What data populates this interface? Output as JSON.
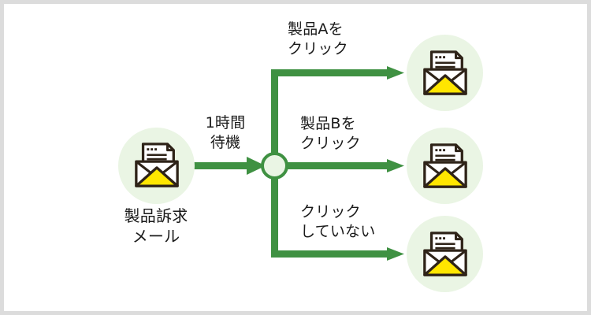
{
  "diagram": {
    "title": "email-click-branch-flow",
    "colors": {
      "green": "#3f9142",
      "node_fill": "#eaf5e4",
      "envelope_yellow": "#ffe600",
      "outline_dark": "#2e2318",
      "page_background": "#dcdcdc",
      "canvas_background": "#ffffff",
      "text": "#1a1a1a"
    },
    "source_node": {
      "icon": "email-envelope-document-icon",
      "label": "製品訴求\nメール"
    },
    "wait_edge": {
      "label": "1時間\n待機",
      "arrow": "arrow-right-icon"
    },
    "junction": {
      "name": "branch-junction-circle"
    },
    "branches": [
      {
        "id": "branch-a",
        "label": "製品Aを\nクリック",
        "arrow": "arrow-right-icon",
        "target_icon": "email-envelope-document-icon"
      },
      {
        "id": "branch-b",
        "label": "製品Bを\nクリック",
        "arrow": "arrow-right-icon",
        "target_icon": "email-envelope-document-icon"
      },
      {
        "id": "branch-none",
        "label": "クリック\nしていない",
        "arrow": "arrow-right-icon",
        "target_icon": "email-envelope-document-icon"
      }
    ]
  }
}
